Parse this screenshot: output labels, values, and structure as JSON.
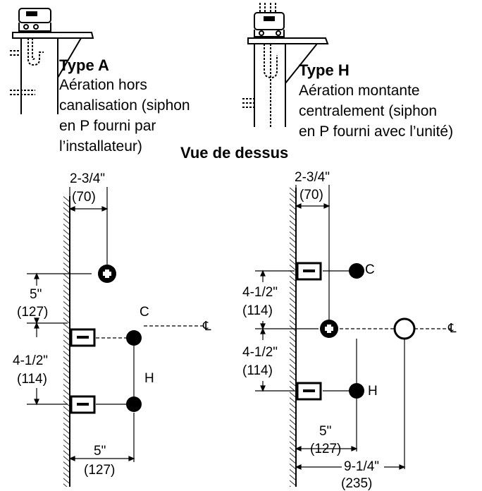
{
  "type_a": {
    "title": "Type A",
    "lines": [
      "Aération hors",
      "canalisation (siphon",
      "en P fourni par",
      "l’installateur)"
    ]
  },
  "type_h": {
    "title": "Type H",
    "lines": [
      "Aération montante",
      "centralement (siphon",
      "en P fourni avec l’unité)"
    ]
  },
  "view_title": "Vue de dessus",
  "left_diagram": {
    "top_dim": "2-3/4\"",
    "top_dim_mm": "(70)",
    "dim_1": "5\"",
    "dim_1_mm": "(127)",
    "dim_2": "4-1/2\"",
    "dim_2_mm": "(114)",
    "bottom_dim": "5\"",
    "bottom_dim_mm": "(127)",
    "label_c": "C",
    "label_h": "H",
    "centerline": "℄"
  },
  "right_diagram": {
    "top_dim": "2-3/4\"",
    "top_dim_mm": "(70)",
    "dim_1": "4-1/2\"",
    "dim_1_mm": "(114)",
    "dim_2": "4-1/2\"",
    "dim_2_mm": "(114)",
    "dim_3": "5\"",
    "dim_3_mm": "(127)",
    "dim_4": "9-1/4\"",
    "dim_4_mm": "(235)",
    "label_c": "C",
    "label_h": "H",
    "centerline": "℄"
  }
}
